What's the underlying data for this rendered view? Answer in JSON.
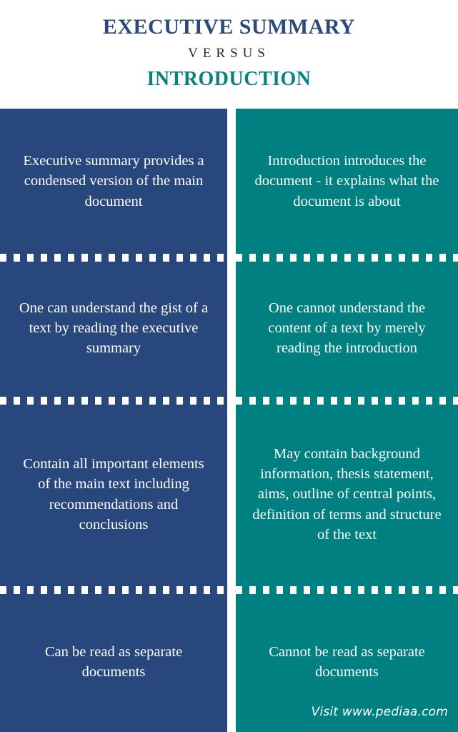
{
  "header": {
    "title_main": "EXECUTIVE SUMMARY",
    "title_versus": "VERSUS",
    "title_sub": "INTRODUCTION",
    "color_main": "#2a4a7c",
    "color_versus": "#2b2b33",
    "color_sub": "#0a8080"
  },
  "comparison": {
    "left_column": {
      "name": "Executive Summary",
      "color": "#27477d",
      "rows": [
        "Executive summary provides a condensed version of the main document",
        "One can understand the gist of a text by reading the executive summary",
        "Contain all important elements of the main text including recommendations and conclusions",
        "Can be read as separate documents"
      ]
    },
    "right_column": {
      "name": "Introduction",
      "color": "#008080",
      "rows": [
        "Introduction introduces the document - it explains what the document is about",
        "One cannot understand the content of a text by merely reading the introduction",
        "May contain background information, thesis statement, aims, outline of central points, definition of terms and structure of the text",
        "Cannot be read as separate documents"
      ]
    }
  },
  "watermark": {
    "text": "Visit www.pediaa.com"
  }
}
